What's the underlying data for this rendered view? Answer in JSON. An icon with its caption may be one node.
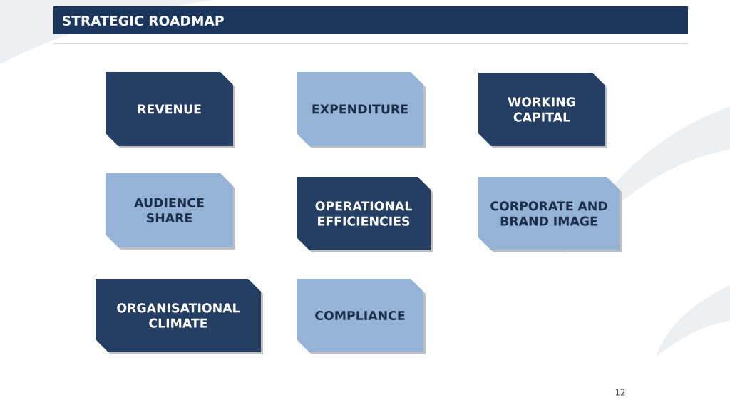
{
  "diagram": {
    "title": "STRATEGIC ROADMAP",
    "nodes": [
      {
        "text": [
          "REVENUE"
        ]
      },
      {
        "text": [
          "EXPENDITURE"
        ]
      },
      {
        "text": [
          "WORKING CAPITAL"
        ]
      },
      {
        "text": [
          "AUDIENCE SHARE"
        ]
      },
      {
        "text": [
          "OPERATIONAL EFFICIENCIES"
        ]
      },
      {
        "text": [
          "CORPORATE AND BRAND IMAGE"
        ]
      },
      {
        "text": [
          "ORGANISATIONAL CLIMATE"
        ]
      },
      {
        "text": [
          "COMPLIANCE"
        ]
      }
    ],
    "labels": [
      "12"
    ]
  }
}
